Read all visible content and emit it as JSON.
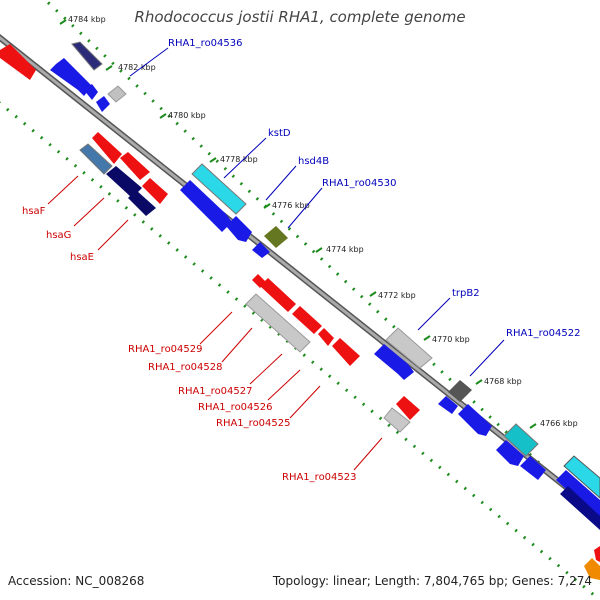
{
  "title": "Rhodococcus jostii RHA1, complete genome",
  "accession_text": "Accession: NC_008268",
  "topology_text": "Topology: linear; Length: 7,804,765 bp; Genes: 7,274",
  "colors": {
    "backbone": "#7a7a7a",
    "tick_dots": "#1e8c1e",
    "label_forward": "#0000bb",
    "label_reverse": "#cc0000"
  },
  "icons": [
    "start-codon-arrow-icon"
  ],
  "ticks": [
    "4784 kbp",
    "4782 kbp",
    "4780 kbp",
    "4778 kbp",
    "4776 kbp",
    "4774 kbp",
    "4772 kbp",
    "4770 kbp",
    "4768 kbp",
    "4766 kbp"
  ],
  "forward_labels": [
    "RHA1_ro04536",
    "kstD",
    "hsd4B",
    "RHA1_ro04530",
    "trpB2",
    "RHA1_ro04522"
  ],
  "reverse_labels": [
    "hsaF",
    "hsaG",
    "hsaE",
    "RHA1_ro04529",
    "RHA1_ro04528",
    "RHA1_ro04527",
    "RHA1_ro04526",
    "RHA1_ro04525",
    "RHA1_ro04523"
  ]
}
